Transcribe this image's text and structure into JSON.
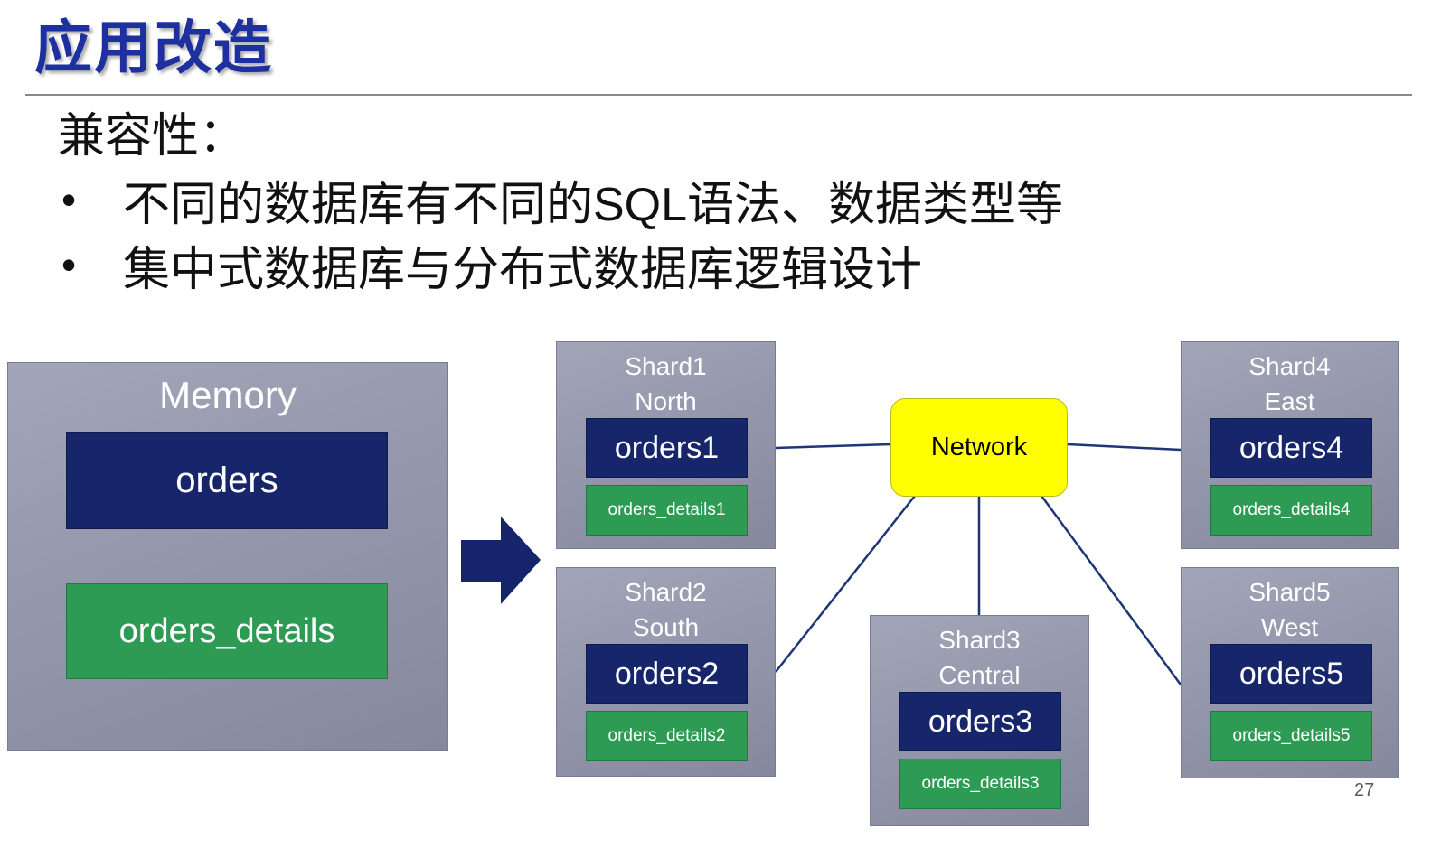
{
  "slide": {
    "title": "应用改造",
    "compat_heading": "兼容性：",
    "bullets": [
      "不同的数据库有不同的SQL语法、数据类型等",
      "集中式数据库与分布式数据库逻辑设计"
    ],
    "page_number": "27"
  },
  "diagram": {
    "memory": {
      "title": "Memory",
      "orders_label": "orders",
      "details_label": "orders_details"
    },
    "network_label": "Network",
    "shards": [
      {
        "name": "Shard1",
        "region": "North",
        "orders": "orders1",
        "details": "orders_details1"
      },
      {
        "name": "Shard2",
        "region": "South",
        "orders": "orders2",
        "details": "orders_details2"
      },
      {
        "name": "Shard3",
        "region": "Central",
        "orders": "orders3",
        "details": "orders_details3"
      },
      {
        "name": "Shard4",
        "region": "East",
        "orders": "orders4",
        "details": "orders_details4"
      },
      {
        "name": "Shard5",
        "region": "West",
        "orders": "orders5",
        "details": "orders_details5"
      }
    ],
    "colors": {
      "title_blue": "#1e30a0",
      "table_navy": "#17266b",
      "table_green": "#2e9b54",
      "shard_gray": "#9597ab",
      "network_yellow": "#ffff00",
      "connector_navy": "#1f3577"
    }
  }
}
